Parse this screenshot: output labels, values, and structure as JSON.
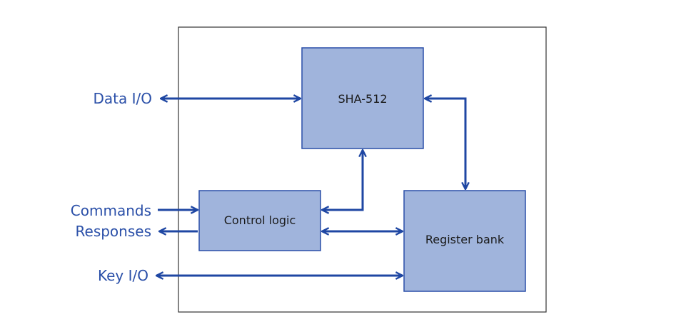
{
  "diagram": {
    "blocks": {
      "sha": {
        "label": "SHA-512"
      },
      "control": {
        "label": "Control logic"
      },
      "register": {
        "label": "Register bank"
      }
    },
    "external_signals": {
      "data_io": "Data I/O",
      "commands": "Commands",
      "responses": "Responses",
      "key_io": "Key I/O"
    },
    "colors": {
      "block_fill": "#a0b4dc",
      "block_stroke": "#2a4fa8",
      "arrow": "#1f47a3",
      "label": "#2a4fa8",
      "outer_border": "#333333"
    },
    "connections": [
      {
        "from": "Data I/O",
        "to": "SHA-512",
        "direction": "bidirectional"
      },
      {
        "from": "SHA-512",
        "to": "Register bank",
        "direction": "bidirectional"
      },
      {
        "from": "Control logic",
        "to": "SHA-512",
        "direction": "bidirectional"
      },
      {
        "from": "Control logic",
        "to": "Register bank",
        "direction": "bidirectional"
      },
      {
        "from": "Commands",
        "to": "Control logic",
        "direction": "in"
      },
      {
        "from": "Control logic",
        "to": "Responses",
        "direction": "out"
      },
      {
        "from": "Key I/O",
        "to": "Register bank",
        "direction": "bidirectional"
      }
    ]
  }
}
